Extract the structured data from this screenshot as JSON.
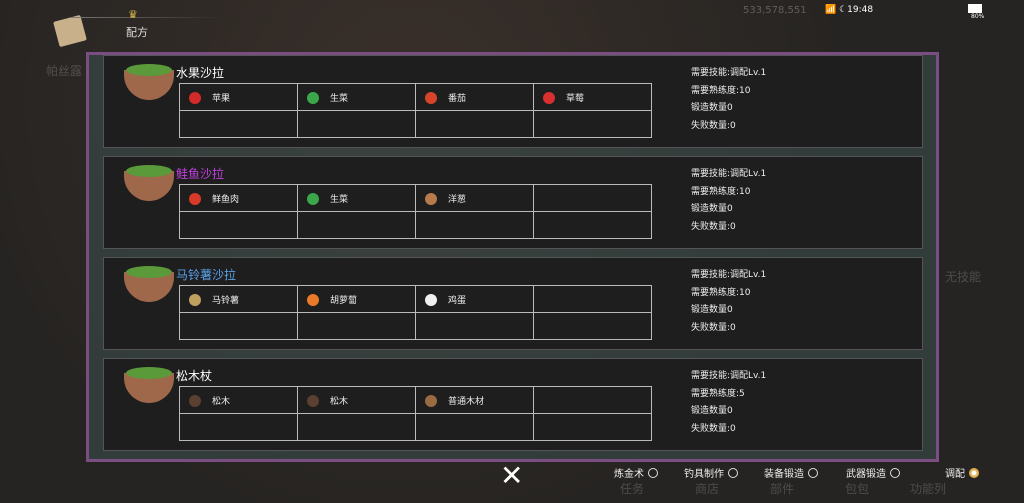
{
  "header": {
    "title": "配方",
    "money": "533,578,551",
    "time": "19:48",
    "battery": "80%"
  },
  "background_labels": {
    "left_name": "帕丝露",
    "right_text": "无技能",
    "bottom": [
      "任务",
      "商店",
      "部件",
      "包包",
      "功能列"
    ]
  },
  "recipes": [
    {
      "name": "水果沙拉",
      "name_color": "#ffffff",
      "ingredients": [
        {
          "label": "苹果",
          "color": "#d42a2a"
        },
        {
          "label": "生菜",
          "color": "#3aa84a"
        },
        {
          "label": "番茄",
          "color": "#d8442a"
        },
        {
          "label": "草莓",
          "color": "#d83030"
        }
      ],
      "skill": "需要技能:调配Lv.1",
      "proficiency": "需要熟练度:10",
      "forge_count": "锻造数量0",
      "fail_count": "失败数量:0"
    },
    {
      "name": "鲑鱼沙拉",
      "name_color": "#c040e0",
      "ingredients": [
        {
          "label": "鲜鱼肉",
          "color": "#d83a2a"
        },
        {
          "label": "生菜",
          "color": "#3aa84a"
        },
        {
          "label": "洋葱",
          "color": "#b87a4a"
        }
      ],
      "skill": "需要技能:调配Lv.1",
      "proficiency": "需要熟练度:10",
      "forge_count": "锻造数量0",
      "fail_count": "失败数量:0"
    },
    {
      "name": "马铃薯沙拉",
      "name_color": "#5aa0e8",
      "ingredients": [
        {
          "label": "马铃薯",
          "color": "#c0a060"
        },
        {
          "label": "胡萝蔔",
          "color": "#e87a2a"
        },
        {
          "label": "鸡蛋",
          "color": "#f0f0f0"
        }
      ],
      "skill": "需要技能:调配Lv.1",
      "proficiency": "需要熟练度:10",
      "forge_count": "锻造数量0",
      "fail_count": "失败数量:0"
    },
    {
      "name": "松木杖",
      "name_color": "#ffffff",
      "ingredients": [
        {
          "label": "松木",
          "color": "#5a4030"
        },
        {
          "label": "松木",
          "color": "#5a4030"
        },
        {
          "label": "普通木材",
          "color": "#9a6a40"
        }
      ],
      "skill": "需要技能:调配Lv.1",
      "proficiency": "需要熟练度:5",
      "forge_count": "锻造数量0",
      "fail_count": "失败数量:0"
    }
  ],
  "tabs": [
    {
      "label": "炼金术",
      "selected": false
    },
    {
      "label": "钓具制作",
      "selected": false
    },
    {
      "label": "装备锻造",
      "selected": false
    },
    {
      "label": "武器锻造",
      "selected": false
    },
    {
      "label": "调配",
      "selected": true
    }
  ],
  "close_icon": "close-x-icon"
}
